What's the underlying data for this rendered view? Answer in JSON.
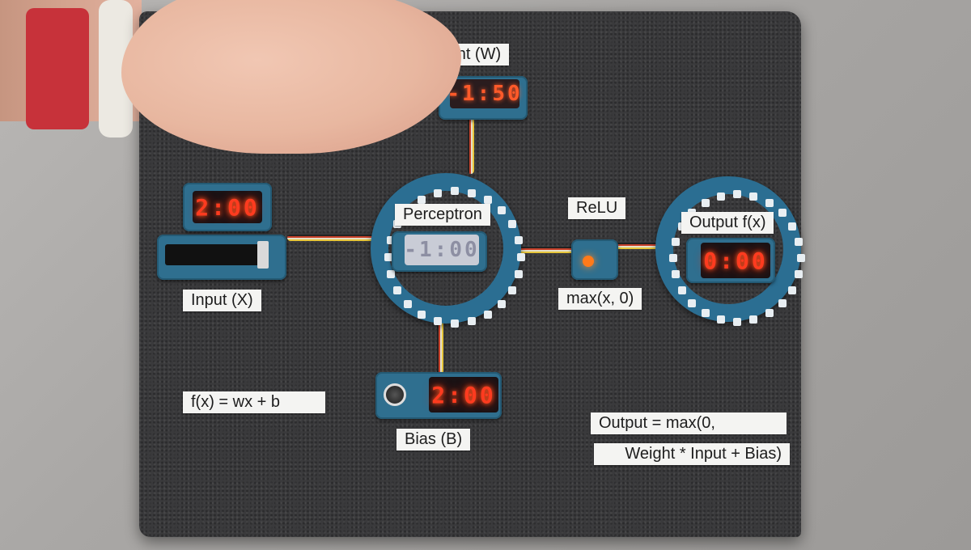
{
  "photo": {
    "labels": {
      "weight": "eight (W)",
      "perceptron": "Perceptron",
      "relu": "ReLU",
      "output_fx": "Output f(x)",
      "input": "Input (X)",
      "max": "max(x, 0)",
      "formula": "f(x) = wx + b",
      "bias": "Bias (B)",
      "output_eq_line1": "Output = max(0,",
      "output_eq_line2": "Weight * Input + Bias)"
    },
    "displays": {
      "weight": "-1:50",
      "input": "2:00",
      "perceptron": "-1:00",
      "output": "0:00",
      "bias": "2:00"
    },
    "colors": {
      "led_red": "#ff3b1f",
      "module_blue": "#2f6f8f",
      "board": "#3a3a3c"
    }
  }
}
